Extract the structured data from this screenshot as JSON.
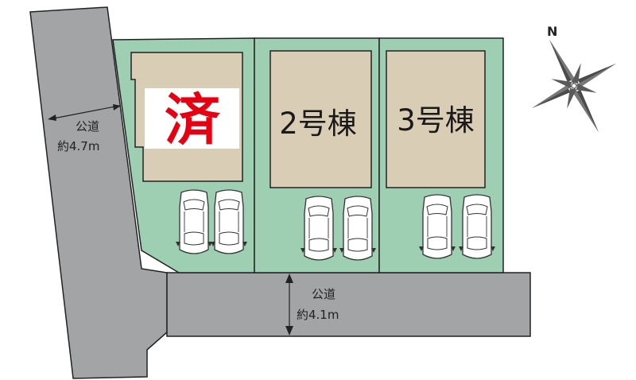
{
  "roads": [
    {
      "label": "公道",
      "width": "約4.7m"
    },
    {
      "label": "公道",
      "width": "約4.1m"
    }
  ],
  "lots": [
    {
      "status": "済"
    },
    {
      "label": "2号棟"
    },
    {
      "label": "3号棟"
    }
  ],
  "compass": {
    "north": "N"
  },
  "colors": {
    "road": "#a3a4a6",
    "lot": "#9fcfb3",
    "building": "#d9cdb6",
    "sold_text": "#e60012",
    "outline": "#222222"
  }
}
